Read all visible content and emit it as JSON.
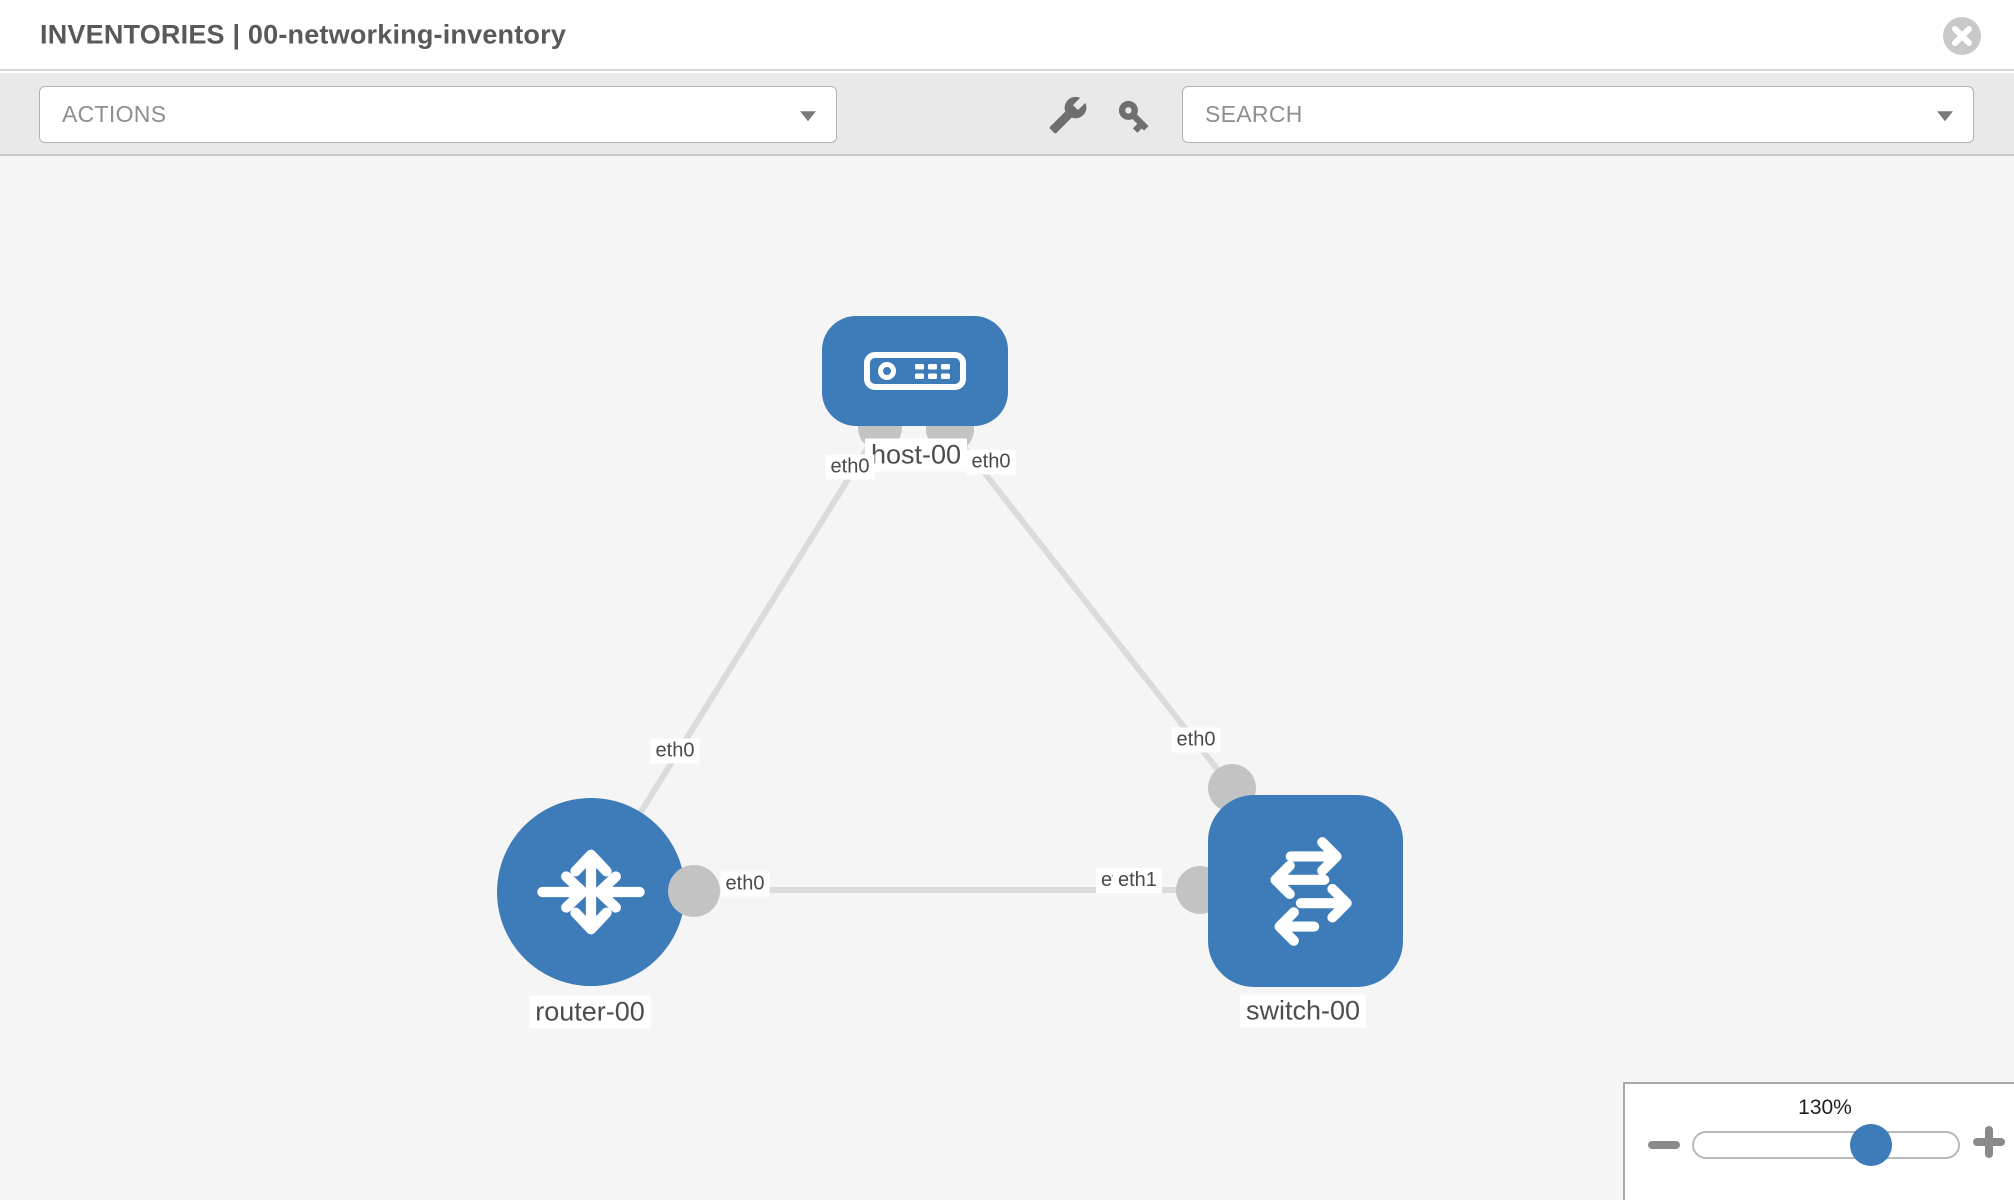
{
  "header": {
    "title": "INVENTORIES | 00-networking-inventory"
  },
  "toolbar": {
    "actions_label": "ACTIONS",
    "search_label": "SEARCH",
    "icons": [
      "wrench-icon",
      "key-icon"
    ]
  },
  "colors": {
    "node_blue": "#3d7cb8",
    "edge_gray": "#dbdbdb",
    "port_gray": "#c3c3c3",
    "canvas_bg": "#f5f5f6",
    "toolbar_bg": "#e9e9e9"
  },
  "topology": {
    "nodes": [
      {
        "id": "host-00",
        "type": "host",
        "label": "host-00"
      },
      {
        "id": "router-00",
        "type": "router",
        "label": "router-00"
      },
      {
        "id": "switch-00",
        "type": "switch",
        "label": "switch-00"
      }
    ],
    "edges": [
      {
        "from": "host-00",
        "to": "router-00",
        "from_iface": "eth0",
        "to_iface": "eth0"
      },
      {
        "from": "host-00",
        "to": "switch-00",
        "from_iface": "eth0",
        "to_iface": "eth0"
      },
      {
        "from": "router-00",
        "to": "switch-00",
        "from_iface": "eth0",
        "to_iface": "eth1",
        "to_iface_hidden": "eth0"
      }
    ]
  },
  "zoom_control": {
    "level": "130%"
  }
}
